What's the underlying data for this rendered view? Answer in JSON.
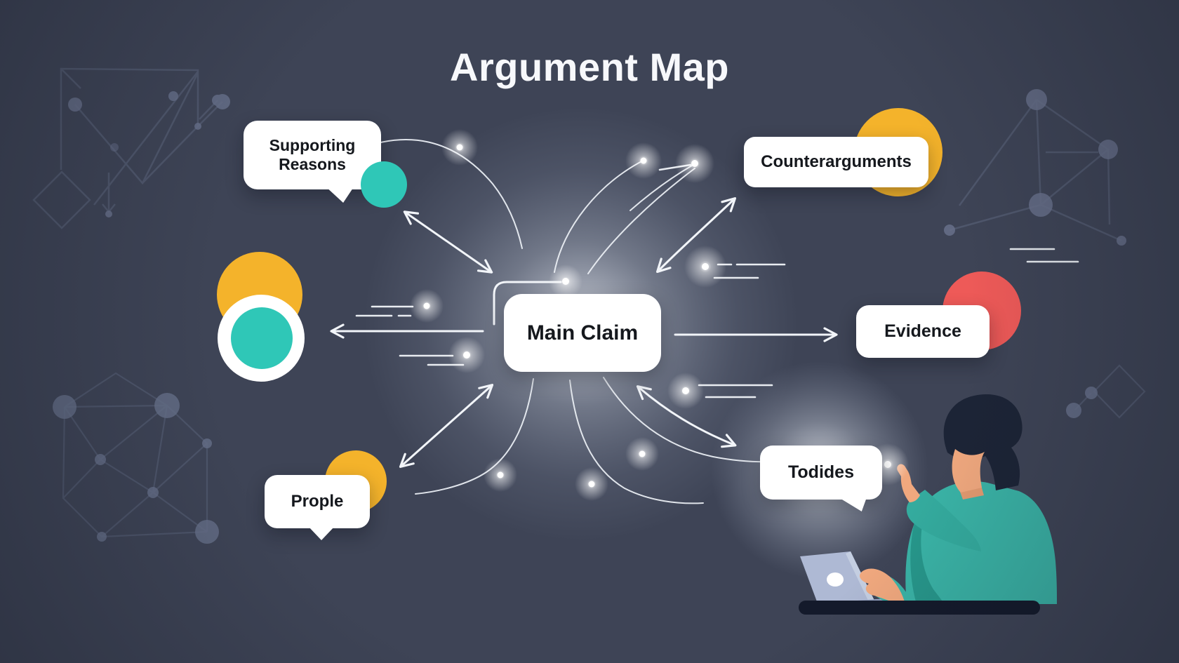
{
  "title": "Argument Map",
  "nodes": {
    "main": {
      "label": "Main Claim"
    },
    "supporting": {
      "label": "Supporting Reasons"
    },
    "counterarguments": {
      "label": "Counterarguments"
    },
    "evidence": {
      "label": "Evidence"
    },
    "todides": {
      "label": "Todides"
    },
    "prople": {
      "label": "Prople"
    }
  },
  "connections": [
    {
      "from": "Main Claim",
      "to": "Supporting Reasons",
      "style": "double-headed-arrow"
    },
    {
      "from": "Main Claim",
      "to": "Counterarguments",
      "style": "double-headed-curved-arrow"
    },
    {
      "from": "Main Claim",
      "to": "Evidence",
      "style": "arrow-right"
    },
    {
      "from": "Main Claim",
      "to": "concentric-circles-left",
      "style": "arrow-left"
    },
    {
      "from": "Main Claim",
      "to": "Prople",
      "style": "double-headed-arrow"
    },
    {
      "from": "Main Claim",
      "to": "Todides",
      "style": "double-headed-curved-arrow"
    }
  ],
  "colors": {
    "background": "#3e4456",
    "card": "#ffffff",
    "card_text": "#15181d",
    "teal": "#2fc7b7",
    "yellow": "#f4b32b",
    "red": "#ee5a58",
    "connector": "#f2f5f9",
    "decor_line": "#545c72",
    "decor_node": "#67708a",
    "sweater": "#3ab3a6",
    "sweater_shadow": "#27978b",
    "skin": "#f0a87e",
    "hair": "#1c2436",
    "laptop": "#aeb9d4",
    "desk": "#141a2b"
  },
  "decorations": [
    "network-graph-top-left",
    "network-graph-top-right",
    "network-graph-bottom-left",
    "diamond-nodes-mid-right",
    "glow-dots",
    "speed-lines",
    "person-at-laptop"
  ]
}
